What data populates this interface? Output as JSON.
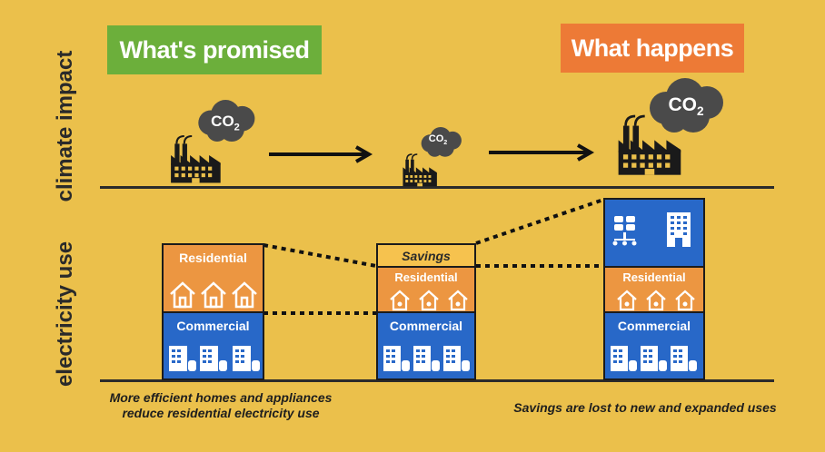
{
  "banners": {
    "promised": "What's promised",
    "happens": "What happens"
  },
  "axes": {
    "climate": "climate impact",
    "electricity": "electricity use"
  },
  "co2": {
    "large": "CO2",
    "small": "CO2",
    "right": "CO2"
  },
  "stacks": {
    "left": {
      "residential": "Residential",
      "commercial": "Commercial"
    },
    "middle": {
      "savings": "Savings",
      "residential": "Residential",
      "commercial": "Commercial"
    },
    "right": {
      "residential": "Residential",
      "commercial": "Commercial"
    }
  },
  "captions": {
    "left_line1": "More efficient homes and appliances",
    "left_line2": "reduce residential electricity use",
    "right": "Savings are lost to new and expanded uses"
  },
  "colors": {
    "background": "#EBC04B",
    "green": "#6CAF3B",
    "orange": "#ED7A36",
    "residential": "#EC9641",
    "commercial": "#2868C8",
    "savings": "#F6C24E",
    "smoke": "#4A4A4A"
  },
  "icons": [
    "factory-icon",
    "co2-cloud-icon",
    "arrow-right-icon",
    "house-icon",
    "office-building-icon",
    "database-icon",
    "server-icon"
  ]
}
